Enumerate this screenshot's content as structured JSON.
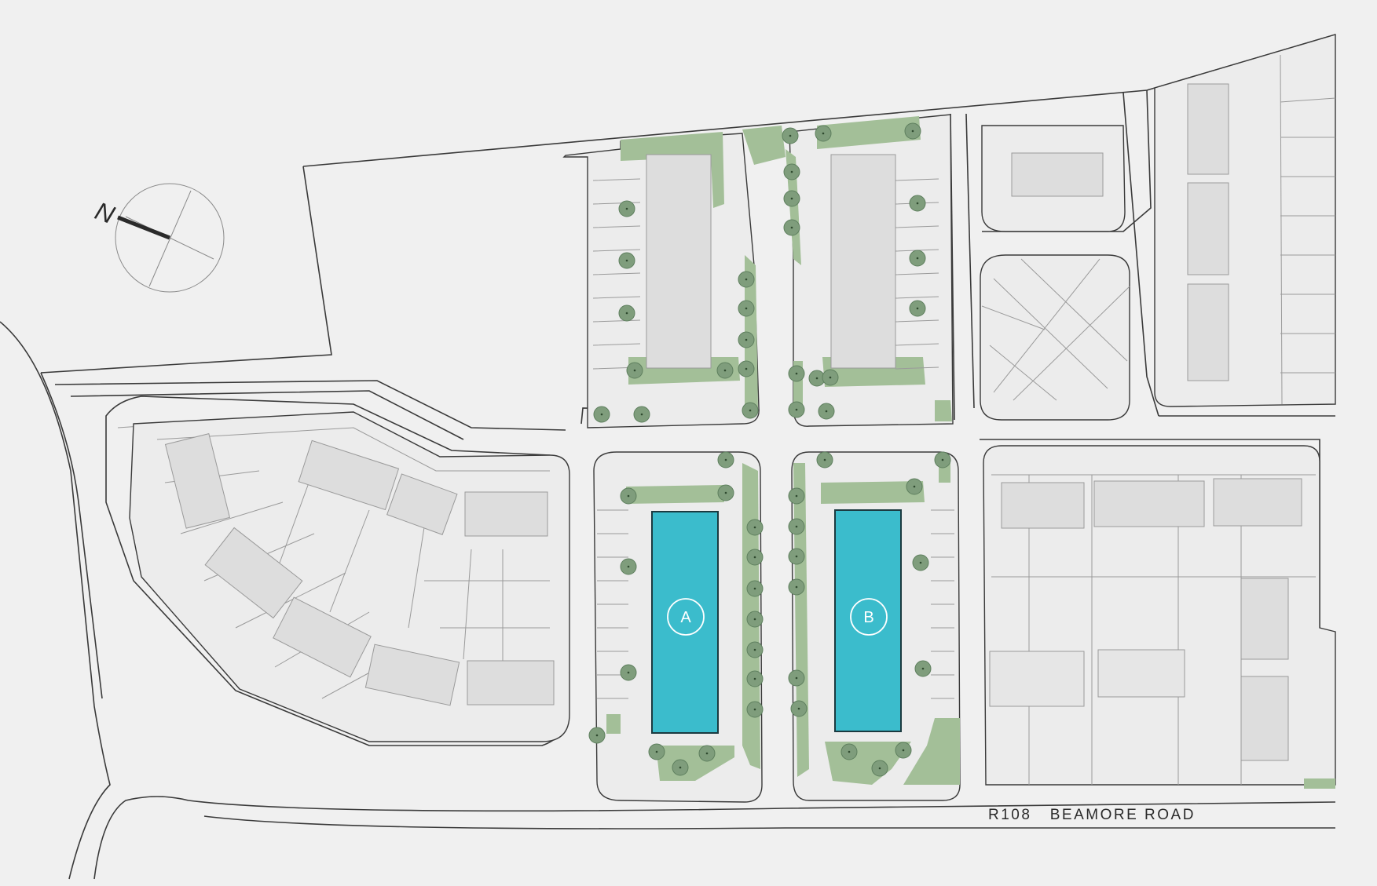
{
  "map": {
    "compass_label": "N",
    "road_label": "R108   BEAMORE ROAD",
    "blocks": [
      {
        "id": "block-a",
        "label": "A"
      },
      {
        "id": "block-b",
        "label": "B"
      }
    ]
  },
  "colors": {
    "background": "#f0f0f0",
    "plot": "#ececec",
    "building": "#dddddd",
    "green": "#a3bf98",
    "tree": "#7f9d7c",
    "highlight": "#3bbccc",
    "line": "#3a3a3a"
  }
}
